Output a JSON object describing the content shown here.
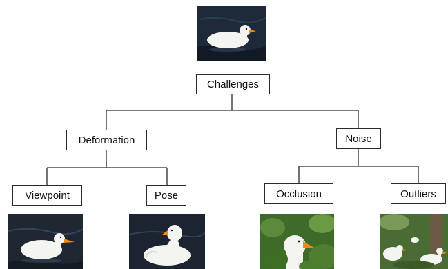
{
  "diagram": {
    "root": {
      "label": "Challenges"
    },
    "level1": [
      {
        "label": "Deformation"
      },
      {
        "label": "Noise"
      }
    ],
    "level2": [
      {
        "label": "Viewpoint"
      },
      {
        "label": "Pose"
      },
      {
        "label": "Occlusion"
      },
      {
        "label": "Outliers"
      }
    ],
    "photos": [
      {
        "subject": "white duck swimming on dark water"
      },
      {
        "subject": "white duck swimming, viewpoint example"
      },
      {
        "subject": "white duck preening, pose example"
      },
      {
        "subject": "white duck behind leaves, occlusion example"
      },
      {
        "subject": "white ducks among grass and other objects, outliers example"
      }
    ],
    "colors": {
      "line": "#2a2a2a",
      "box_border": "#2a2a2a",
      "duck_white": "#f4f4f0",
      "beak_orange": "#f08a1a"
    }
  }
}
